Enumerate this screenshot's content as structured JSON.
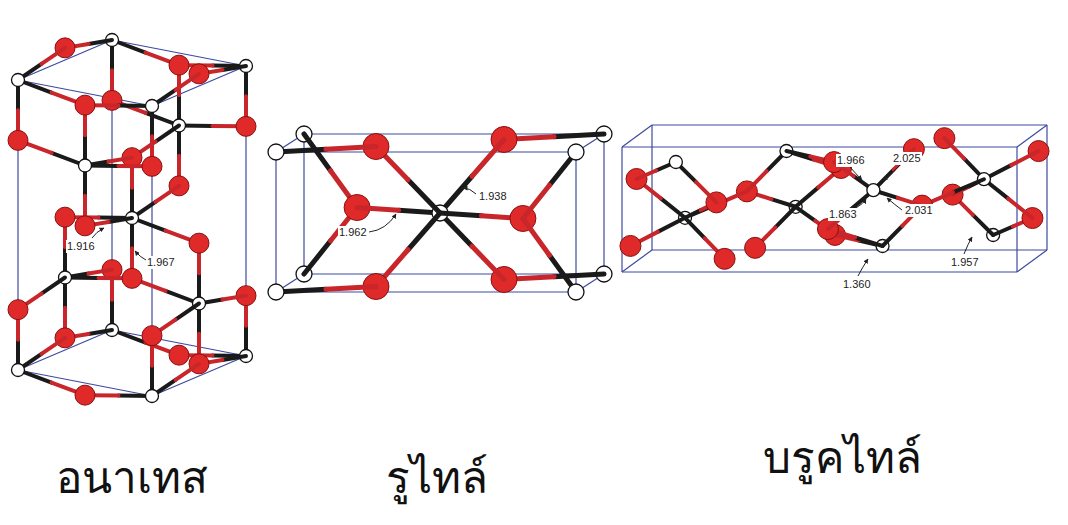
{
  "diagram": {
    "labels": [
      "1.916",
      "1.967",
      "1.962",
      "1.938",
      "1.966",
      "2.025",
      "2.031",
      "1.863",
      "1.957",
      "1.360",
      "อนาเทส",
      "รูไทล์",
      "บรูคไทล์"
    ]
  }
}
